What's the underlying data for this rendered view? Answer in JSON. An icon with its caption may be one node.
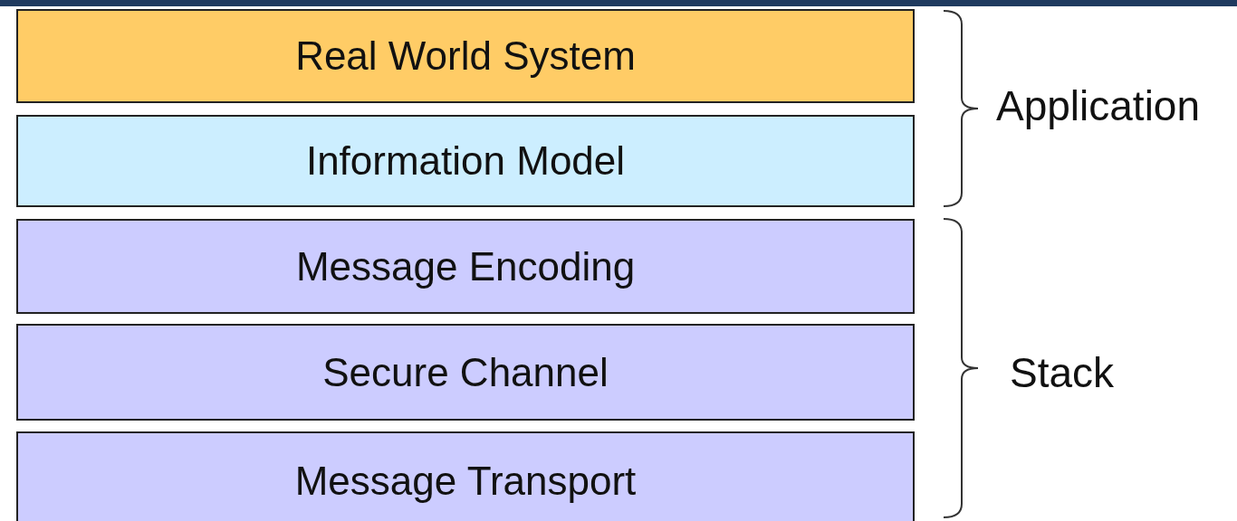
{
  "diagram": {
    "nodes": [
      {
        "text": [
          "Real World System"
        ]
      },
      {
        "text": [
          "Information Model"
        ]
      },
      {
        "text": [
          "Message Encoding"
        ]
      },
      {
        "text": [
          "Secure Channel"
        ]
      },
      {
        "text": [
          "Message Transport"
        ]
      }
    ],
    "labels": [
      "Application",
      "Stack"
    ]
  }
}
